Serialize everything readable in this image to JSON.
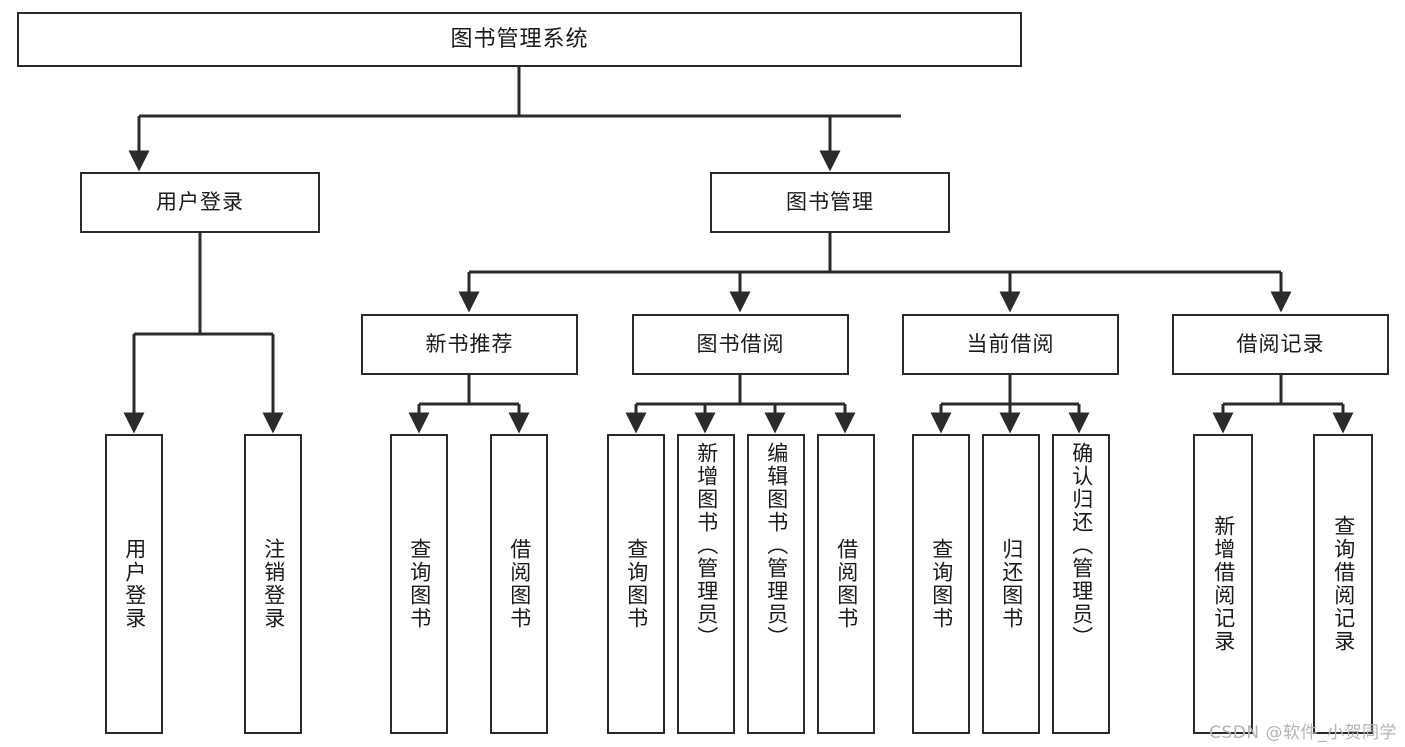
{
  "diagram": {
    "type": "tree",
    "title": "图书管理系统",
    "orientation": "top-down",
    "line_color": "#2b2b2b",
    "box_fill": "#ffffff",
    "text_color": "#1a1a1a",
    "watermark": "CSDN @软件_小贺同学",
    "levels": {
      "root": "图书管理系统",
      "level2": [
        "用户登录",
        "图书管理"
      ],
      "level3": [
        "新书推荐",
        "图书借阅",
        "当前借阅",
        "借阅记录"
      ],
      "level4_groups": [
        [
          "用户登录",
          "注销登录"
        ],
        [
          "查询图书",
          "借阅图书"
        ],
        [
          "查询图书",
          "新增图书（管理员）",
          "编辑图书（管理员）",
          "借阅图书"
        ],
        [
          "查询图书",
          "归还图书",
          "确认归还（管理员）"
        ],
        [
          "新增借阅记录",
          "查询借阅记录"
        ]
      ]
    }
  },
  "nodes": {
    "root": {
      "label": "图书管理系统"
    },
    "user_login": {
      "label": "用户登录"
    },
    "book_manage": {
      "label": "图书管理"
    },
    "new_book_rec": {
      "label": "新书推荐"
    },
    "book_borrow": {
      "label": "图书借阅"
    },
    "current_borrow": {
      "label": "当前借阅"
    },
    "borrow_record": {
      "label": "借阅记录"
    },
    "leaf_user_login": {
      "label": "用户登录"
    },
    "leaf_user_logout": {
      "label": "注销登录"
    },
    "leaf_nbr_query": {
      "label": "查询图书"
    },
    "leaf_nbr_borrow": {
      "label": "借阅图书"
    },
    "leaf_bb_query": {
      "label": "查询图书"
    },
    "leaf_bb_add": {
      "label": "新增图书（管理员）"
    },
    "leaf_bb_edit": {
      "label": "编辑图书（管理员）"
    },
    "leaf_bb_borrow": {
      "label": "借阅图书"
    },
    "leaf_cb_query": {
      "label": "查询图书"
    },
    "leaf_cb_return": {
      "label": "归还图书"
    },
    "leaf_cb_confirm": {
      "label": "确认归还（管理员）"
    },
    "leaf_br_add": {
      "label": "新增借阅记录"
    },
    "leaf_br_query": {
      "label": "查询借阅记录"
    }
  },
  "watermark": {
    "text": "CSDN @软件_小贺同学"
  }
}
